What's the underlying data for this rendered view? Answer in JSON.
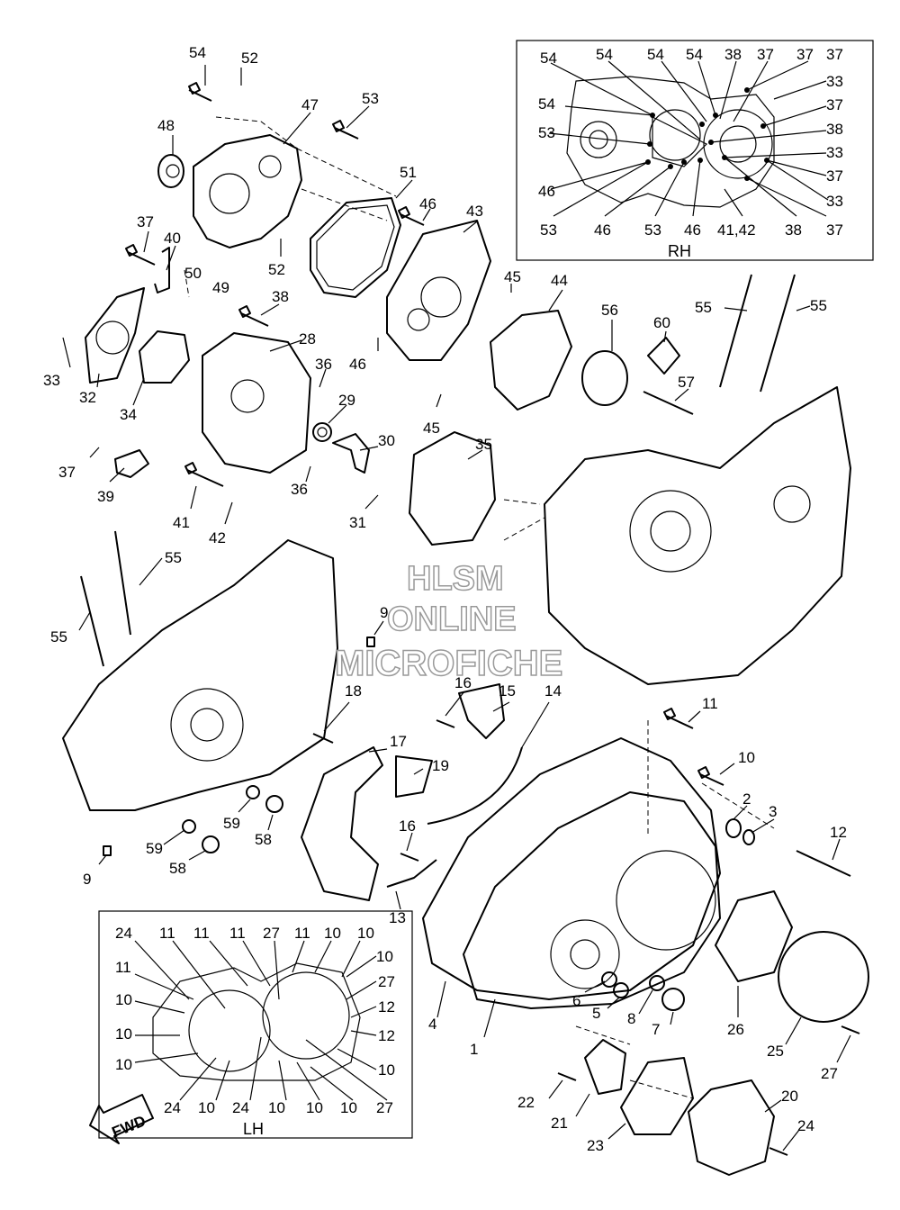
{
  "watermark": {
    "line1": "HLSM",
    "line2": "ONLINE",
    "line3": "MICROFICHE"
  },
  "inset_rh": {
    "label": "RH",
    "callouts": [
      "54",
      "54",
      "54",
      "54",
      "38",
      "37",
      "37",
      "37",
      "54",
      "33",
      "53",
      "37",
      "38",
      "46",
      "33",
      "37",
      "53",
      "46",
      "53",
      "46",
      "41,42",
      "38",
      "37",
      "33"
    ]
  },
  "inset_lh": {
    "label": "LH",
    "callouts": [
      "24",
      "11",
      "11",
      "11",
      "27",
      "11",
      "10",
      "10",
      "11",
      "10",
      "27",
      "10",
      "12",
      "10",
      "12",
      "10",
      "10",
      "24",
      "10",
      "24",
      "10",
      "10",
      "10",
      "27"
    ]
  },
  "fwd_label": "FWD",
  "main_callouts": [
    "54",
    "52",
    "53",
    "47",
    "48",
    "51",
    "46",
    "43",
    "37",
    "40",
    "50",
    "49",
    "52",
    "45",
    "44",
    "56",
    "60",
    "55",
    "55",
    "38",
    "33",
    "32",
    "34",
    "28",
    "36",
    "46",
    "29",
    "57",
    "30",
    "37",
    "39",
    "36",
    "45",
    "35",
    "41",
    "42",
    "31",
    "55",
    "55",
    "9",
    "16",
    "15",
    "18",
    "17",
    "14",
    "11",
    "19",
    "10",
    "59",
    "58",
    "16",
    "2",
    "3",
    "12",
    "59",
    "58",
    "9",
    "13",
    "4",
    "1",
    "6",
    "5",
    "8",
    "7",
    "26",
    "25",
    "27",
    "22",
    "21",
    "23",
    "20",
    "24"
  ]
}
